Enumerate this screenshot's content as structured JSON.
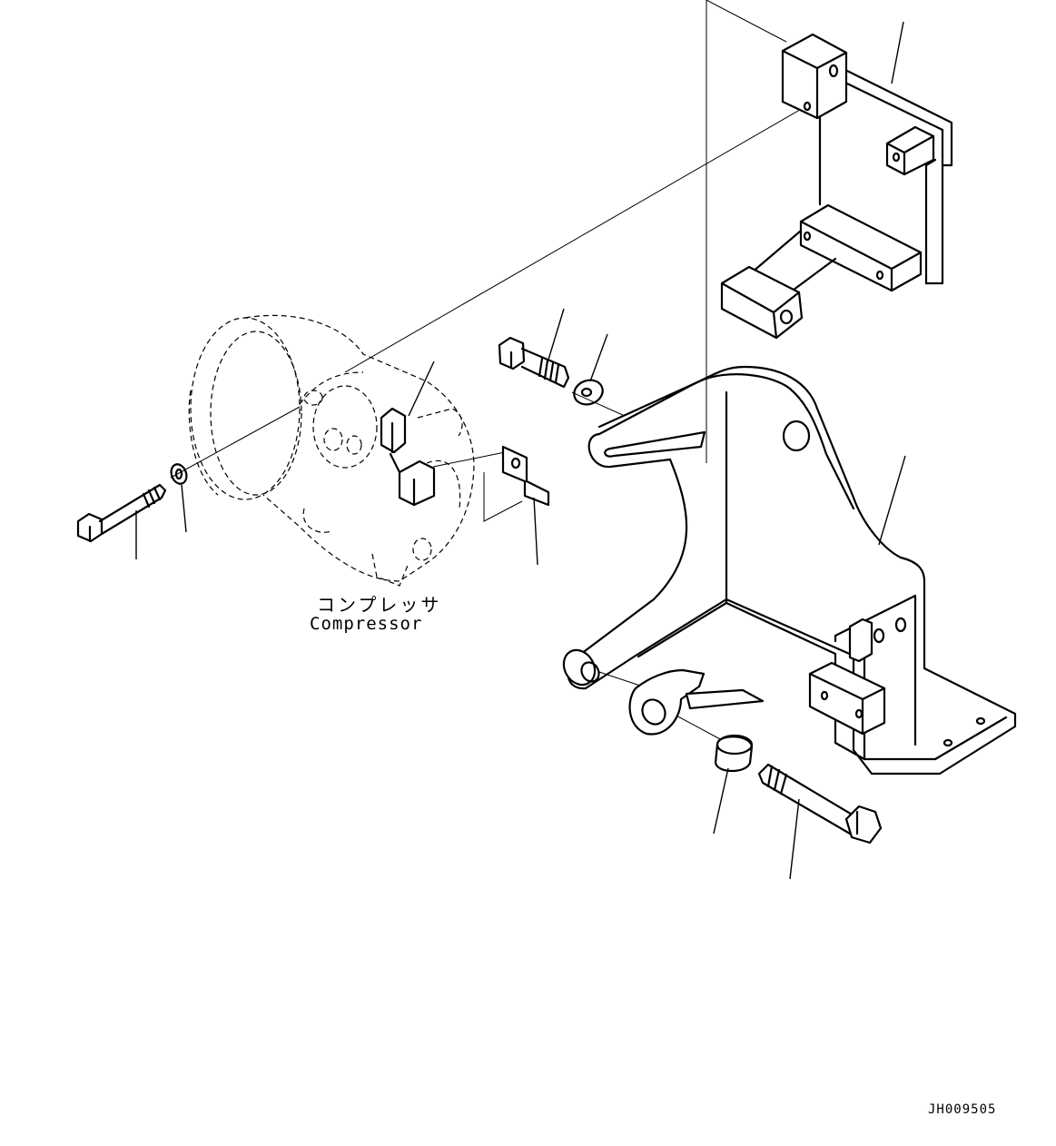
{
  "labels": {
    "compressor_jp": "コンプレッサ",
    "compressor_en": "Compressor",
    "drawing_id": "JH009505"
  },
  "colors": {
    "line": "#000000",
    "background": "#ffffff"
  }
}
